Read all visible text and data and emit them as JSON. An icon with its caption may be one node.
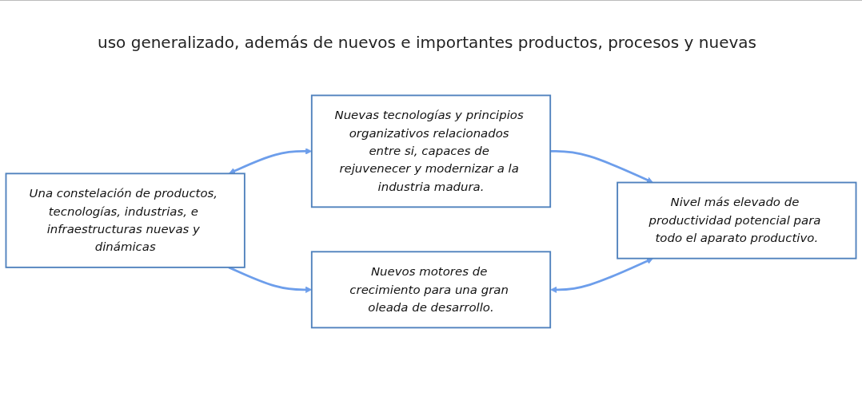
{
  "diagram": {
    "nodes": [
      {
        "text": [
          "Una constelación de productos, tecnologías, industrias, e infraestructuras nuevas y dinámicas"
        ]
      },
      {
        "text": [
          "Nuevas tecnologías y principios organizativos relacionados entre si, capaces de rejuvenecer y modernizar a la industria madura."
        ]
      },
      {
        "text": [
          "Nuevos motores de crecimiento para una gran oleada de desarrollo."
        ]
      },
      {
        "text": [
          "Nivel más elevado de productividad potencial para todo el aparato productivo."
        ]
      }
    ],
    "edges": [
      {
        "from": 0,
        "to": 1,
        "arrow": "both"
      },
      {
        "from": 0,
        "to": 2,
        "arrow": "to"
      },
      {
        "from": 1,
        "to": 3,
        "arrow": "to"
      },
      {
        "from": 2,
        "to": 3,
        "arrow": "both"
      }
    ],
    "labels": [
      "uso generalizado, además de nuevos e importantes productos, procesos y nuevas"
    ]
  }
}
